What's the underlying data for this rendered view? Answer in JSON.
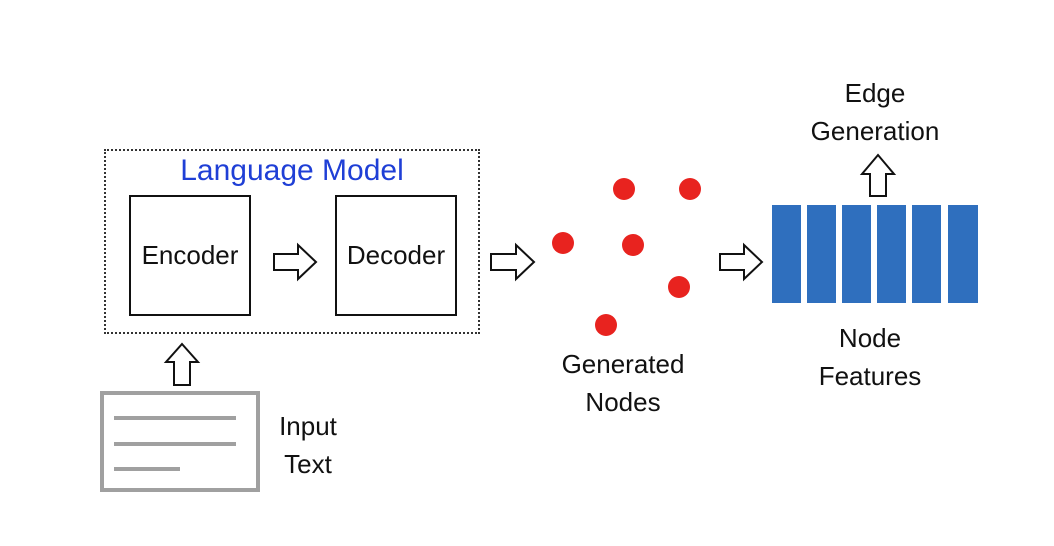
{
  "language_model": {
    "title": "Language Model",
    "encoder_label": "Encoder",
    "decoder_label": "Decoder"
  },
  "input": {
    "label_line1": "Input",
    "label_line2": "Text"
  },
  "generated_nodes": {
    "label_line1": "Generated",
    "label_line2": "Nodes",
    "count": 6
  },
  "node_features": {
    "label_line1": "Node",
    "label_line2": "Features",
    "bar_count": 6
  },
  "edge_generation": {
    "label_line1": "Edge",
    "label_line2": "Generation"
  },
  "colors": {
    "title_blue": "#1f3fd6",
    "node_red": "#e8231f",
    "feature_blue": "#2f6fbe",
    "document_gray": "#a0a0a0"
  }
}
